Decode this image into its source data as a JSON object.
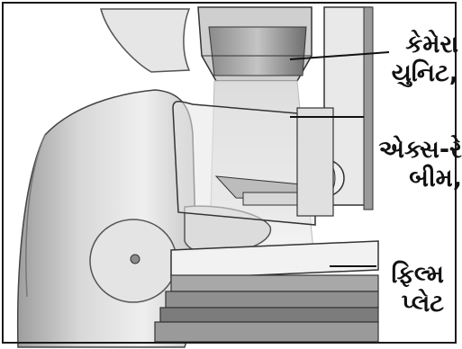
{
  "labels": {
    "camera_unit": {
      "line1": "કેમેરા",
      "line2": "યુનિટ,"
    },
    "xray_beam": {
      "line1": "એક્સ-રે",
      "line2": "બીમ,"
    },
    "film_plate": {
      "line1": "ફિલ્મ",
      "line2": "પ્લેટ"
    }
  },
  "colors": {
    "ink": "#111111",
    "skin_light": "#f2f2f2",
    "skin_shade": "#bdbdbd",
    "machine_light": "#e6e6e6",
    "machine_dark": "#7a7a7a",
    "frame": "#1a1a1a"
  }
}
